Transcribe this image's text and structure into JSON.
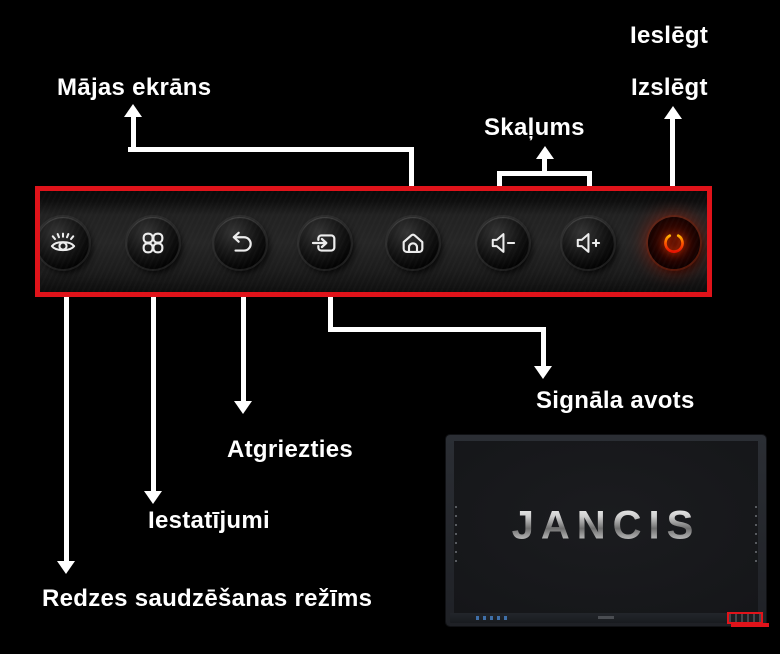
{
  "colors": {
    "background": "#000000",
    "accent_red": "#e0131a",
    "label_text": "#ffffff",
    "power_glow": "#ff3d00",
    "brand_silver": "#c9c9c9"
  },
  "annotations": {
    "home_screen": "Mājas ekrāns",
    "power_on": "Ieslēgt",
    "power_off": "Izslēgt",
    "volume": "Skaļums",
    "signal_source": "Signāla avots",
    "back": "Atgriezties",
    "settings": "Iestatījumi",
    "eye_protection": "Redzes saudzēšanas režīms"
  },
  "panel": {
    "buttons": [
      {
        "name": "eye-protection",
        "icon": "eye-icon"
      },
      {
        "name": "settings",
        "icon": "clover-icon"
      },
      {
        "name": "back",
        "icon": "return-arrow-icon"
      },
      {
        "name": "signal-source",
        "icon": "arrow-into-box-icon"
      },
      {
        "name": "home",
        "icon": "house-icon"
      },
      {
        "name": "volume-down",
        "icon": "speaker-minus-icon"
      },
      {
        "name": "volume-up",
        "icon": "speaker-plus-icon"
      },
      {
        "name": "power",
        "icon": "power-icon"
      }
    ]
  },
  "monitor": {
    "brand": "JANCIS"
  }
}
